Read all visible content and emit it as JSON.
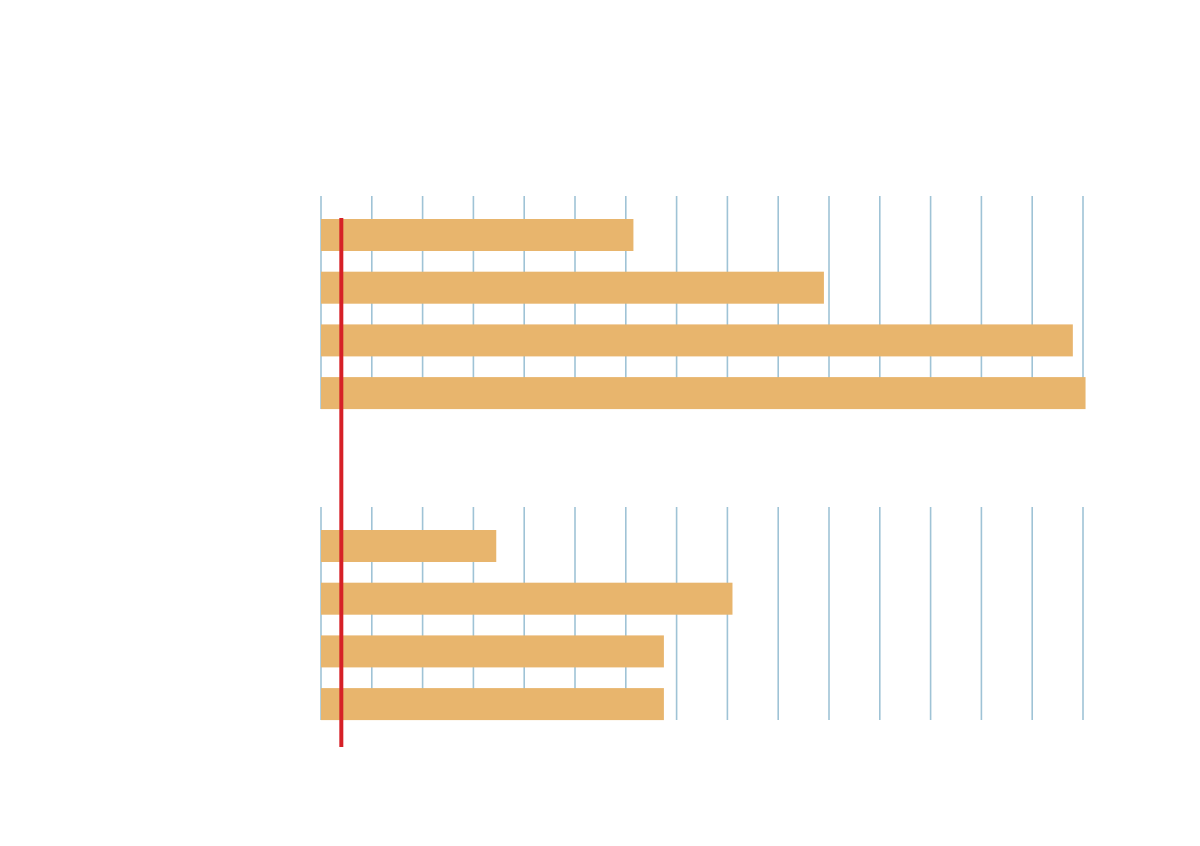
{
  "chart_data": {
    "type": "bar",
    "orientation": "horizontal",
    "title": "",
    "xlabel": "",
    "ylabel": "",
    "grid": true,
    "legend": "none",
    "xlim": [
      0,
      15
    ],
    "xtick_step": 1,
    "reference_line": {
      "x": 0.4,
      "color": "#d62027"
    },
    "colors": {
      "bar": "#e8b56d",
      "grid": "#9fc3d6",
      "background": "#ffffff"
    },
    "panels": [
      {
        "name": "",
        "values": [
          6.15,
          9.9,
          14.8,
          15.05
        ]
      },
      {
        "name": "",
        "values": [
          3.45,
          8.1,
          6.75,
          6.75
        ]
      }
    ]
  }
}
